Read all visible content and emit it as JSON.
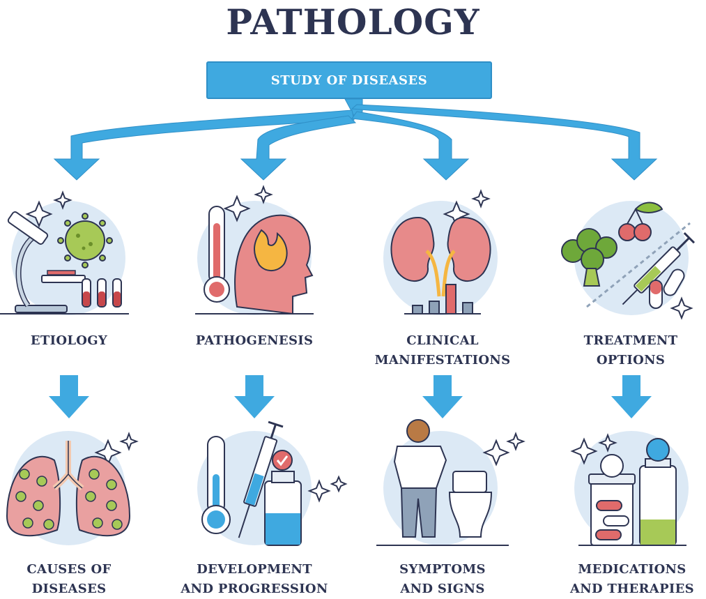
{
  "title": "PATHOLOGY",
  "subtitle": "STUDY OF DISEASES",
  "colors": {
    "title": "#2d3452",
    "arrow": "#3fa9e0",
    "accent_red": "#e06b6b",
    "accent_green": "#8cbf3f"
  },
  "categories": [
    {
      "label_line1": "ETIOLOGY",
      "label_line2": "",
      "icon": "microscope-virus-icon",
      "sub_line1": "CAUSES OF",
      "sub_line2": "DISEASES",
      "sub_icon": "lungs-icon"
    },
    {
      "label_line1": "PATHOGENESIS",
      "label_line2": "",
      "icon": "head-fever-icon",
      "sub_line1": "DEVELOPMENT",
      "sub_line2": "AND PROGRESSION",
      "sub_icon": "syringe-vial-icon"
    },
    {
      "label_line1": "CLINICAL",
      "label_line2": "MANIFESTATIONS",
      "icon": "kidneys-icon",
      "sub_line1": "SYMPTOMS",
      "sub_line2": "AND SIGNS",
      "sub_icon": "person-toilet-icon"
    },
    {
      "label_line1": "TREATMENT",
      "label_line2": "OPTIONS",
      "icon": "food-syringe-icon",
      "sub_line1": "MEDICATIONS",
      "sub_line2": "AND THERAPIES",
      "sub_icon": "pill-bottles-icon"
    }
  ]
}
